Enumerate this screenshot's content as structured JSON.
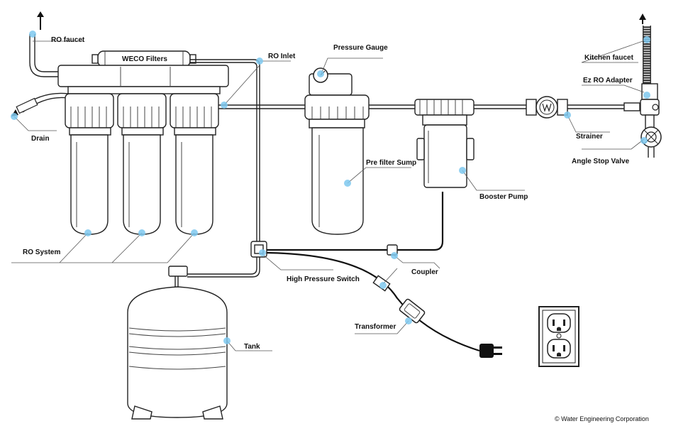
{
  "labels": {
    "ro_faucet": "RO faucet",
    "weco_filters": "WECO Filters",
    "ro_inlet": "RO Inlet",
    "pressure_gauge": "Pressure Gauge",
    "kitchen_faucet": "Kitchen faucet",
    "ez_ro_adapter": "Ez RO Adapter",
    "drain": "Drain",
    "strainer": "Strainer",
    "angle_stop_valve": "Angle Stop Valve",
    "pre_filter_sump": "Pre filter Sump",
    "booster_pump": "Booster Pump",
    "ro_system": "RO System",
    "high_pressure_switch": "High Pressure Switch",
    "coupler": "Coupler",
    "transformer": "Transformer",
    "tank": "Tank"
  },
  "copyright": "© Water Engineering Corporation",
  "colors": {
    "marker": "#7ec8ee",
    "line": "#222222",
    "background": "#ffffff"
  },
  "icons": [
    "up-arrow-icon",
    "electrical-outlet-icon",
    "power-plug-icon",
    "pressure-gauge-dial-icon",
    "strainer-icon"
  ]
}
